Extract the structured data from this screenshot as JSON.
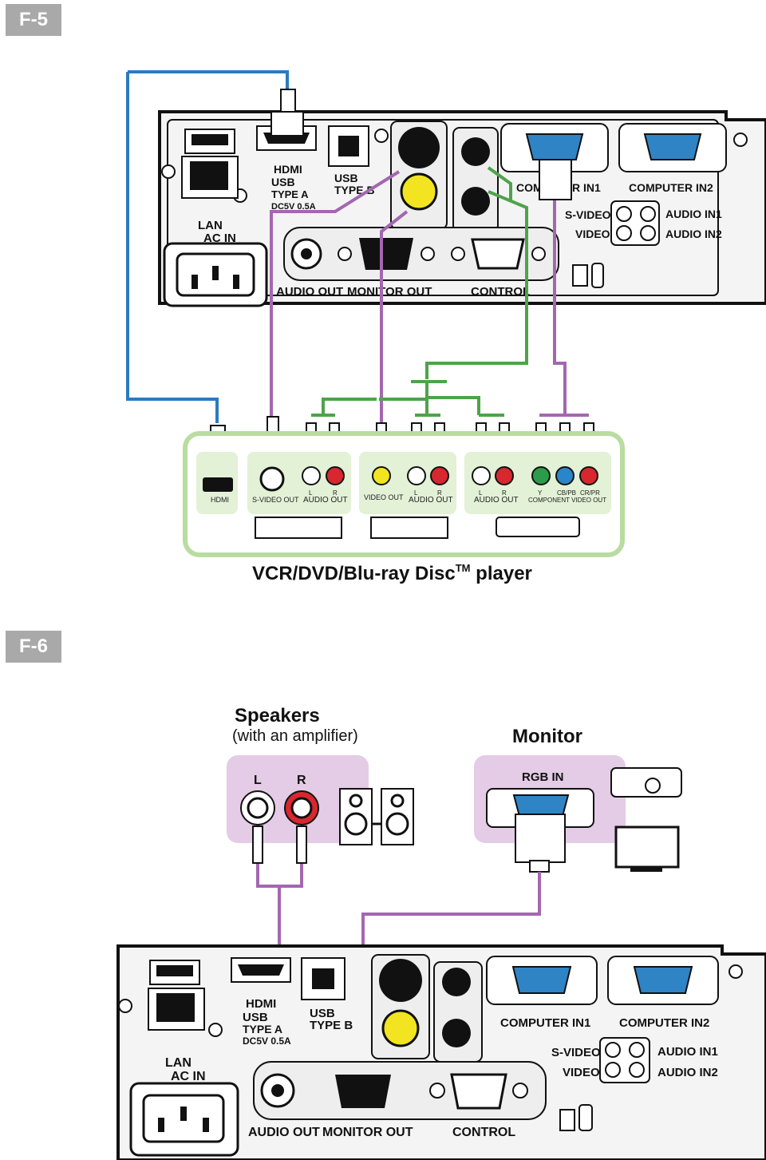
{
  "figures": {
    "f5": {
      "tag": "F-5",
      "projector_labels": {
        "hdmi": "HDMI",
        "usb_a": "USB",
        "usb_a_type": "TYPE A",
        "usb_a_rating": "DC5V 0.5A",
        "usb_b": "USB",
        "usb_b_type": "TYPE B",
        "lan": "LAN",
        "ac_in": "AC IN",
        "audio_out": "AUDIO OUT",
        "monitor_out": "MONITOR OUT",
        "control": "CONTROL",
        "computer_in1": "COMPUTER IN1",
        "computer_in2": "COMPUTER IN2",
        "s_video": "S-VIDEO",
        "video": "VIDEO",
        "audio_in1": "AUDIO IN1",
        "audio_in2": "AUDIO IN2"
      },
      "device_labels": {
        "hdmi": "HDMI",
        "s_video_out": "S-VIDEO OUT",
        "l": "L",
        "r": "R",
        "audio_out": "AUDIO OUT",
        "video_out": "VIDEO OUT",
        "y": "Y",
        "cb_pb": "CB/PB",
        "cr_pr": "CR/PR",
        "component_video_out": "COMPONENT VIDEO OUT"
      },
      "caption": "VCR/DVD/Blu-ray Disc",
      "caption_tm": "TM",
      "caption_end": " player"
    },
    "f6": {
      "tag": "F-6",
      "speakers_title": "Speakers",
      "speakers_sub": "(with an amplifier)",
      "monitor_title": "Monitor",
      "l": "L",
      "r": "R",
      "rgb_in": "RGB IN"
    }
  },
  "colors": {
    "cable_purple": "#a367b0",
    "cable_green": "#4ea34a",
    "cable_blue": "#2a7bc0",
    "green_panel": "#b9dca0",
    "green_panel_fill": "#e3f1d7",
    "pink_panel": "#e4cbe6",
    "vga_blue": "#2f84c6",
    "rca_red": "#d8272f",
    "rca_yellow": "#f2e421",
    "rca_green": "#2b9c4a",
    "rca_blue": "#2a86c8"
  }
}
